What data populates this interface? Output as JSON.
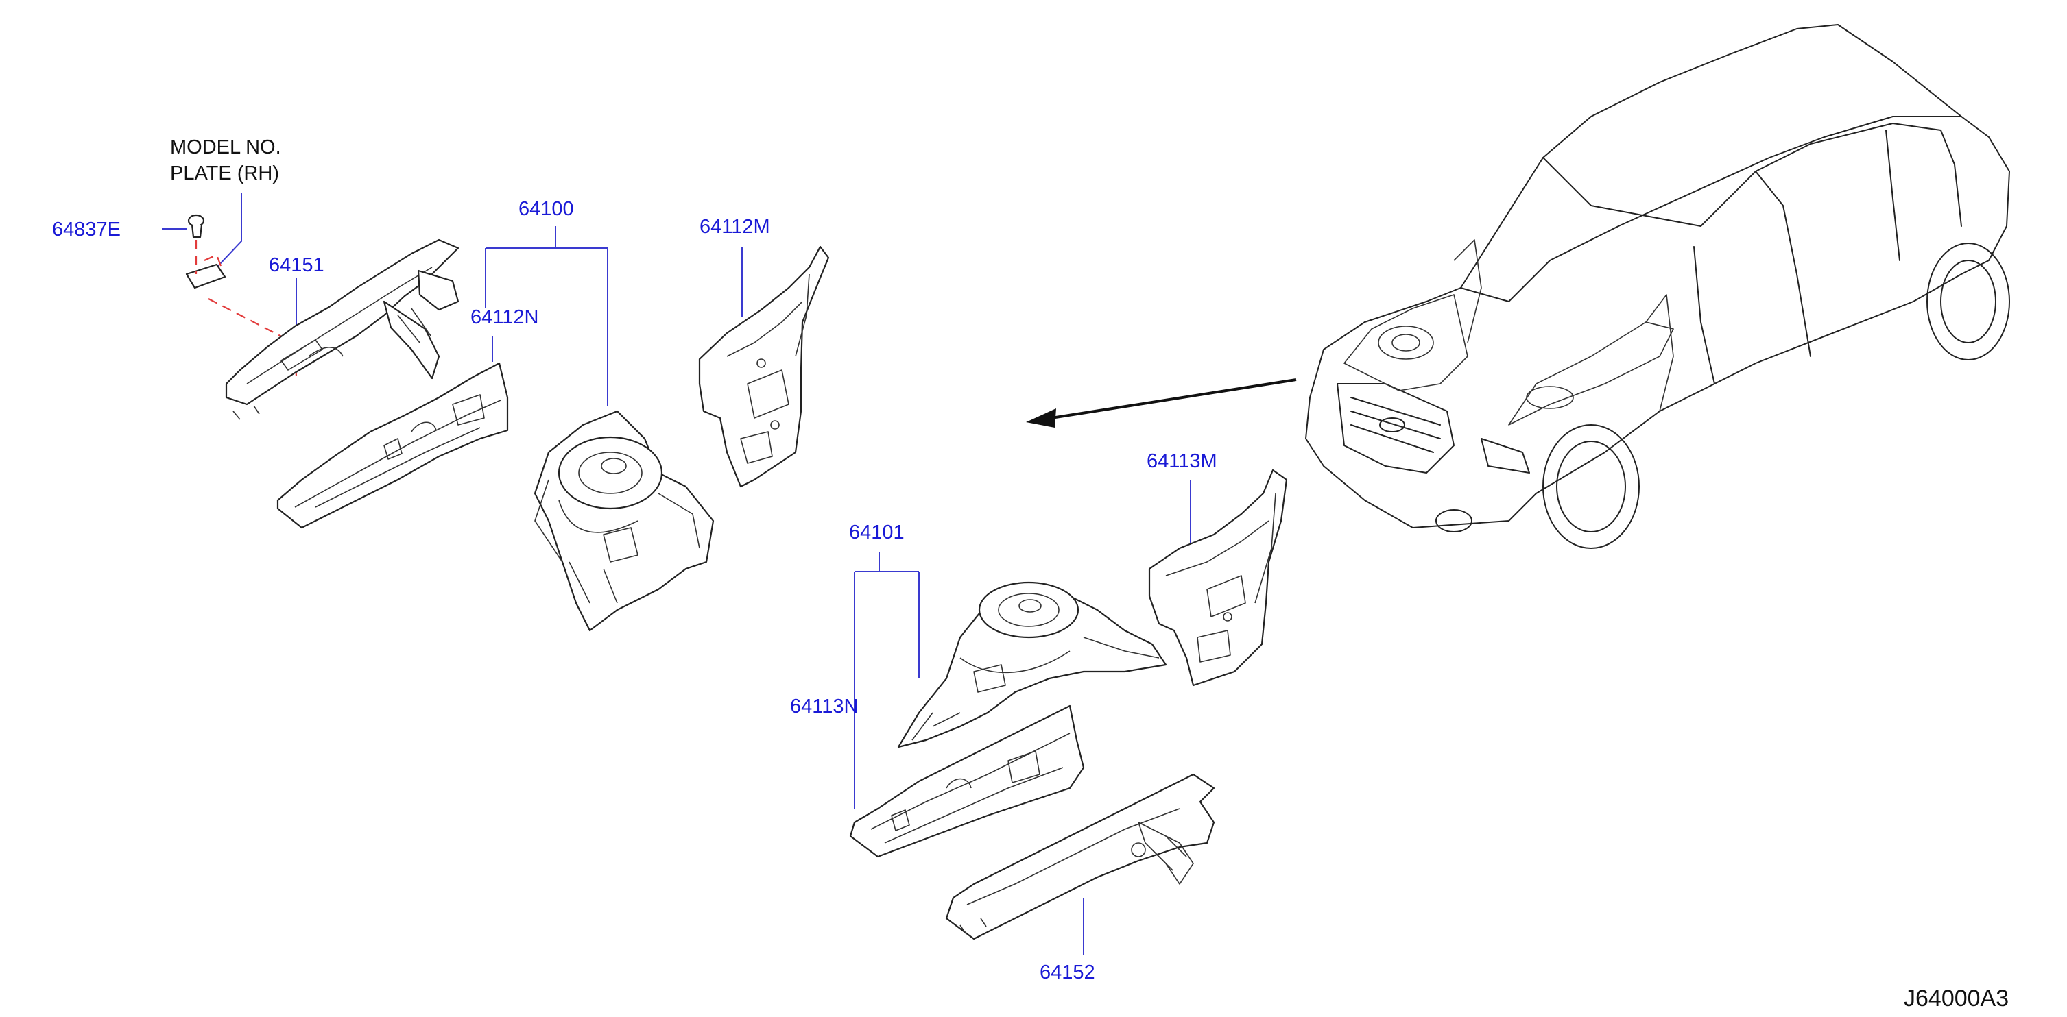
{
  "diagram": {
    "model_plate_line1": "MODEL    NO.",
    "model_plate_line2": "PLATE     (RH)",
    "labels": {
      "p64837E": "64837E",
      "p64151": "64151",
      "p64100": "64100",
      "p64112N": "64112N",
      "p64112M": "64112M",
      "p64113M": "64113M",
      "p64101": "64101",
      "p64113N": "64113N",
      "p64152": "64152"
    },
    "diagram_code": "J64000A3"
  }
}
